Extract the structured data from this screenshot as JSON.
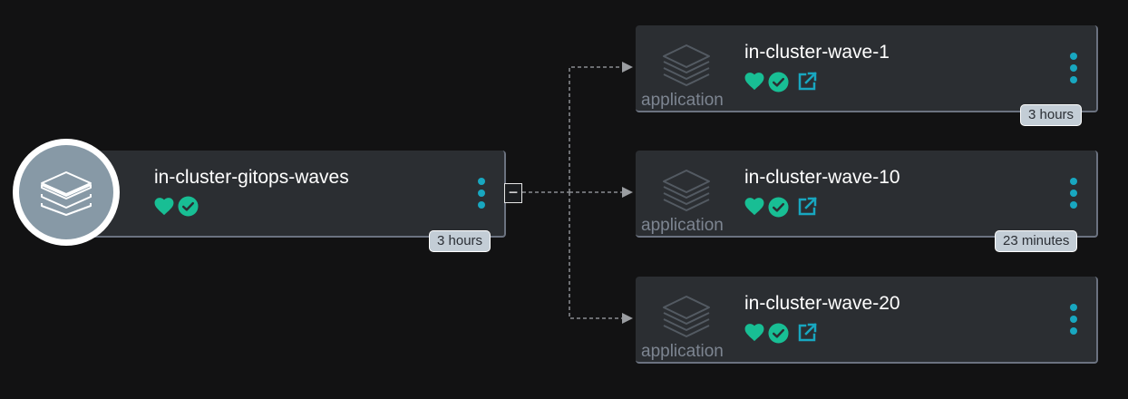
{
  "root": {
    "title": "in-cluster-gitops-waves",
    "age": "3 hours",
    "icon": "layers-icon",
    "health_icon": "heart-icon",
    "sync_icon": "check-circle-icon"
  },
  "collapse_toggle": "−",
  "children": [
    {
      "title": "in-cluster-wave-1",
      "kind": "application",
      "age": "3 hours"
    },
    {
      "title": "in-cluster-wave-10",
      "kind": "application",
      "age": "23 minutes"
    },
    {
      "title": "in-cluster-wave-20",
      "kind": "application",
      "age": ""
    }
  ],
  "colors": {
    "background": "#121213",
    "node": "#2b2e32",
    "healthy": "#18be94",
    "accent": "#18a7c0",
    "badge": "#c3cdd6"
  },
  "icons": {
    "health": "heart-icon",
    "sync": "check-circle-icon",
    "link": "external-link-icon",
    "menu": "kebab-menu-icon",
    "app": "layers-icon"
  }
}
